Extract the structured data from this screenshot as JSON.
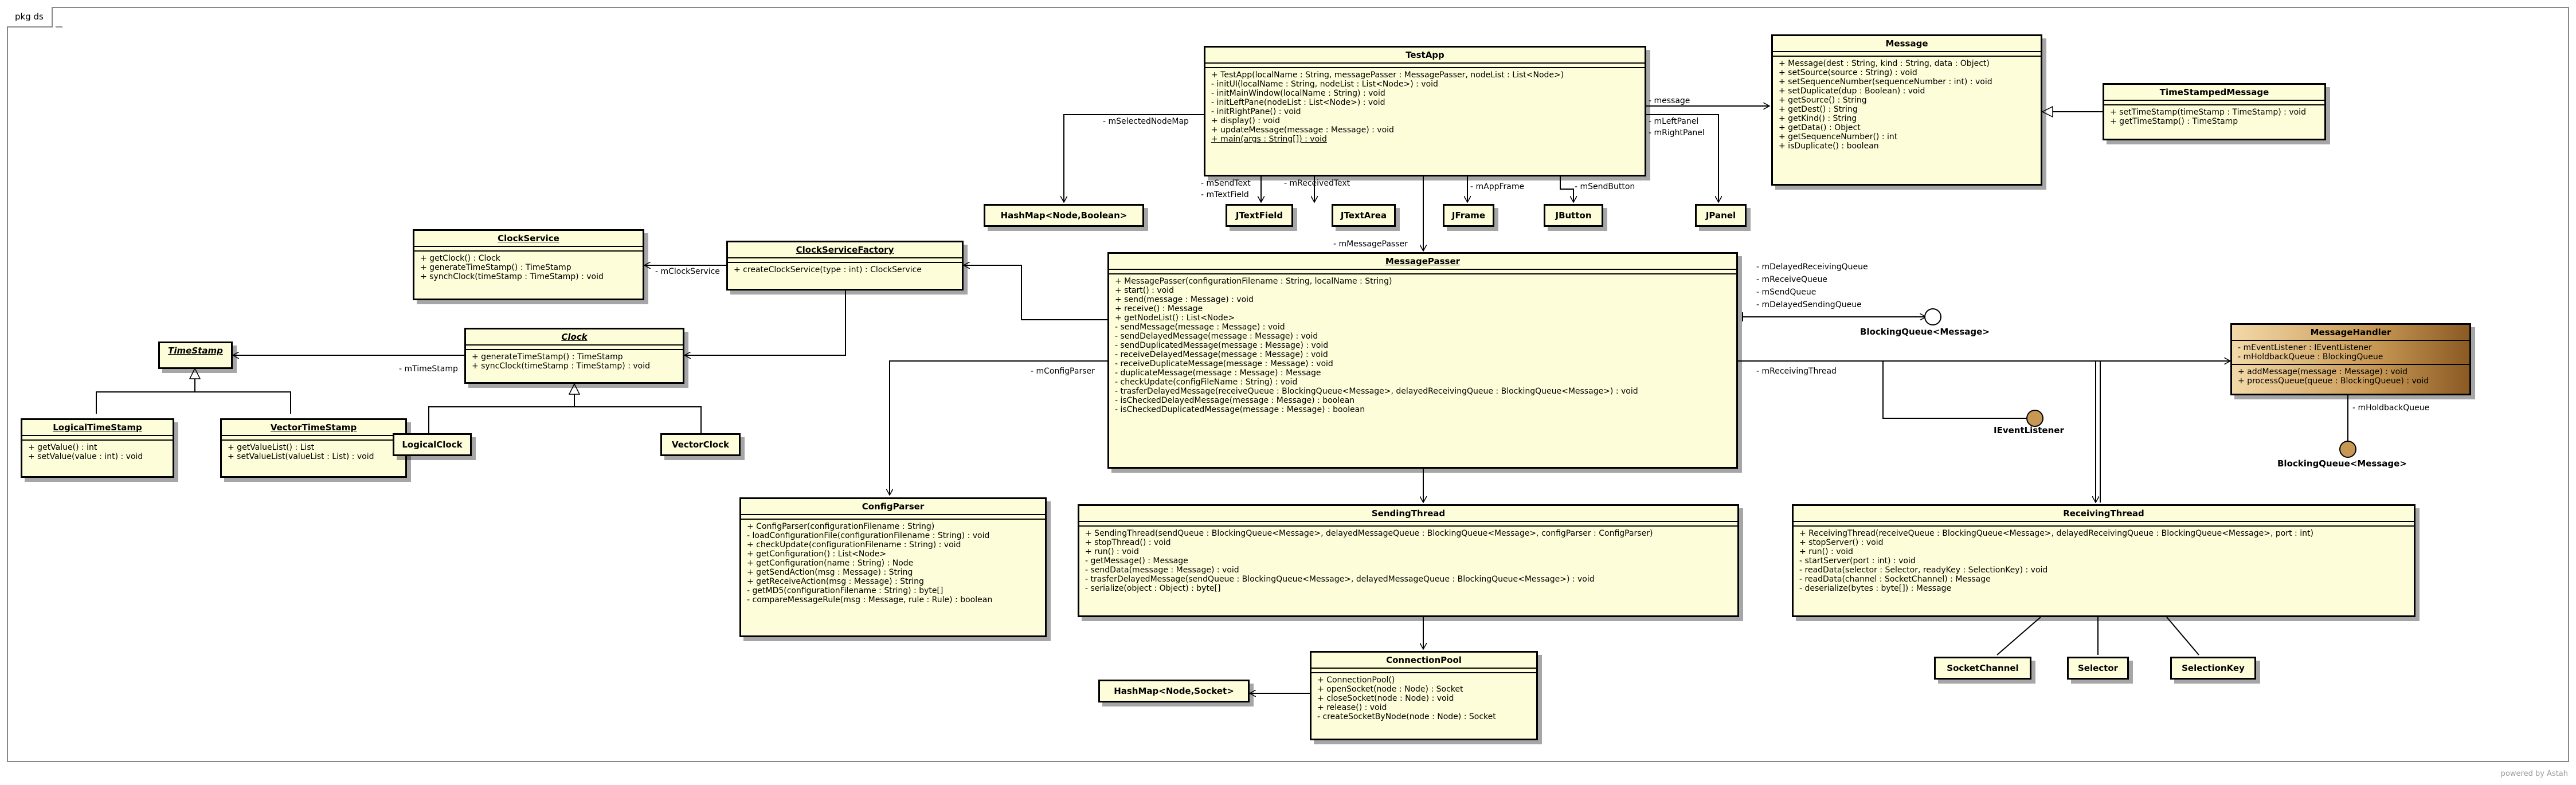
{
  "package": "pkg ds",
  "powered": "powered by Astah",
  "classes": {
    "testapp": {
      "name": "TestApp",
      "ops": [
        "+ TestApp(localName : String, messagePasser : MessagePasser, nodeList : List<Node>)",
        "- initUI(localName : String, nodeList : List<Node>) : void",
        "- initMainWindow(localName : String) : void",
        "- initLeftPane(nodeList : List<Node>) : void",
        "- initRightPane() : void",
        "+ display() : void",
        "+ updateMessage(message : Message) : void",
        "+ main(args : String[]) : void"
      ]
    },
    "message": {
      "name": "Message",
      "ops": [
        "+ Message(dest : String, kind : String, data : Object)",
        "+ setSource(source : String) : void",
        "+ setSequenceNumber(sequenceNumber : int) : void",
        "+ setDuplicate(dup : Boolean) : void",
        "+ getSource() : String",
        "+ getDest() : String",
        "+ getKind() : String",
        "+ getData() : Object",
        "+ getSequenceNumber() : int",
        "+ isDuplicate() : boolean"
      ]
    },
    "timestamped": {
      "name": "TimeStampedMessage",
      "ops": [
        "+ setTimeStamp(timeStamp : TimeStamp) : void",
        "+ getTimeStamp() : TimeStamp"
      ]
    },
    "clockservice": {
      "name": "ClockService",
      "ops": [
        "+ getClock() : Clock",
        "+ generateTimeStamp() : TimeStamp",
        "+ synchClock(timeStamp : TimeStamp) : void"
      ]
    },
    "clockfactory": {
      "name": "ClockServiceFactory",
      "ops": [
        "+ createClockService(type : int) : ClockService"
      ]
    },
    "timestamp": {
      "name": "TimeStamp"
    },
    "clock": {
      "name": "Clock",
      "ops": [
        "+ generateTimeStamp() : TimeStamp",
        "+ syncClock(timeStamp : TimeStamp) : void"
      ]
    },
    "logicalts": {
      "name": "LogicalTimeStamp",
      "ops": [
        "+ getValue() : int",
        "+ setValue(value : int) : void"
      ]
    },
    "vectorts": {
      "name": "VectorTimeStamp",
      "ops": [
        "+ getValueList() : List",
        "+ setValueList(valueList : List) : void"
      ]
    },
    "logicalclock": {
      "name": "LogicalClock"
    },
    "vectorclock": {
      "name": "VectorClock"
    },
    "messagepasser": {
      "name": "MessagePasser",
      "ops": [
        "+ MessagePasser(configurationFilename : String, localName : String)",
        "+ start() : void",
        "+ send(message : Message) : void",
        "+ receive() : Message",
        "+ getNodeList() : List<Node>",
        "- sendMessage(message : Message) : void",
        "- sendDelayedMessage(message : Message) : void",
        "- sendDuplicatedMessage(message : Message) : void",
        "- receiveDelayedMessage(message : Message) : void",
        "- receiveDuplicateMessage(message : Message) : void",
        "- duplicateMessage(message : Message) : Message",
        "- checkUpdate(configFileName : String) : void",
        "- trasferDelayedMessage(receiveQueue : BlockingQueue<Message>, delayedReceivingQueue : BlockingQueue<Message>) : void",
        "- isCheckedDelayedMessage(message : Message) : boolean",
        "- isCheckedDuplicatedMessage(message : Message) : boolean"
      ]
    },
    "messagehandler": {
      "name": "MessageHandler",
      "attrs": [
        "- mEventListener : IEventListener",
        "- mHoldbackQueue : BlockingQueue"
      ],
      "ops": [
        "+ addMessage(message : Message) : void",
        "+ processQueue(queue : BlockingQueue) : void"
      ]
    },
    "configparser": {
      "name": "ConfigParser",
      "ops": [
        "+ ConfigParser(configurationFilename : String)",
        "- loadConfigurationFile(configurationFilename : String) : void",
        "+ checkUpdate(configurationFilename : String) : void",
        "+ getConfiguration() : List<Node>",
        "+ getConfiguration(name : String) : Node",
        "+ getSendAction(msg : Message) : String",
        "+ getReceiveAction(msg : Message) : String",
        "- getMD5(configurationFilename : String) : byte[]",
        "- compareMessageRule(msg : Message, rule : Rule) : boolean"
      ]
    },
    "sendingthread": {
      "name": "SendingThread",
      "ops": [
        "+ SendingThread(sendQueue : BlockingQueue<Message>, delayedMessageQueue : BlockingQueue<Message>, configParser : ConfigParser)",
        "+ stopThread() : void",
        "+ run() : void",
        "- getMessage() : Message",
        "- sendData(message : Message) : void",
        "- trasferDelayedMessage(sendQueue : BlockingQueue<Message>, delayedMessageQueue : BlockingQueue<Message>) : void",
        "- serialize(object : Object) : byte[]"
      ]
    },
    "receivingthread": {
      "name": "ReceivingThread",
      "ops": [
        "+ ReceivingThread(receiveQueue : BlockingQueue<Message>, delayedReceivingQueue : BlockingQueue<Message>, port : int)",
        "+ stopServer() : void",
        "+ run() : void",
        "- startServer(port : int) : void",
        "- readData(selector : Selector, readyKey : SelectionKey) : void",
        "- readData(channel : SocketChannel) : Message",
        "- deserialize(bytes : byte[]) : Message"
      ]
    },
    "connectionpool": {
      "name": "ConnectionPool",
      "ops": [
        "+ ConnectionPool()",
        "+ openSocket(node : Node) : Socket",
        "+ closeSocket(node : Node) : void",
        "+ release() : void",
        "- createSocketByNode(node : Node) : Socket"
      ]
    },
    "hashmap_node_bool": {
      "name": "HashMap<Node,Boolean>"
    },
    "jtextfield": {
      "name": "JTextField"
    },
    "jtextarea": {
      "name": "JTextArea"
    },
    "jframe": {
      "name": "JFrame"
    },
    "jbutton": {
      "name": "JButton"
    },
    "jpanel": {
      "name": "JPanel"
    },
    "hashmap_node_socket": {
      "name": "HashMap<Node,Socket>"
    },
    "socketchannel": {
      "name": "SocketChannel"
    },
    "selector": {
      "name": "Selector"
    },
    "selectionkey": {
      "name": "SelectionKey"
    }
  },
  "interfaces": {
    "bq1": "BlockingQueue<Message>",
    "ieventlistener": "IEventListener",
    "bq2": "BlockingQueue<Message>"
  },
  "labels": {
    "mSelectedNodeMap": "- mSelectedNodeMap",
    "mSendText": "- mSendText",
    "mTextField": "- mTextField",
    "mReceivedText": "- mReceivedText",
    "mAppFrame": "- mAppFrame",
    "mSendButton": "- mSendButton",
    "message": "- message",
    "mLeftPanel": "- mLeftPanel",
    "mRightPanel": "- mRightPanel",
    "mMessagePasser": "- mMessagePasser",
    "mClockService": "- mClockService",
    "mTimeStamp": "- mTimeStamp",
    "mConfigParser": "- mConfigParser",
    "mDelayedReceivingQueue": "- mDelayedReceivingQueue",
    "mReceiveQueue": "- mReceiveQueue",
    "mSendQueue": "- mSendQueue",
    "mDelayedSendingQueue": "- mDelayedSendingQueue",
    "mReceivingThread": "- mReceivingThread",
    "mHoldbackQueue": "- mHoldbackQueue"
  }
}
